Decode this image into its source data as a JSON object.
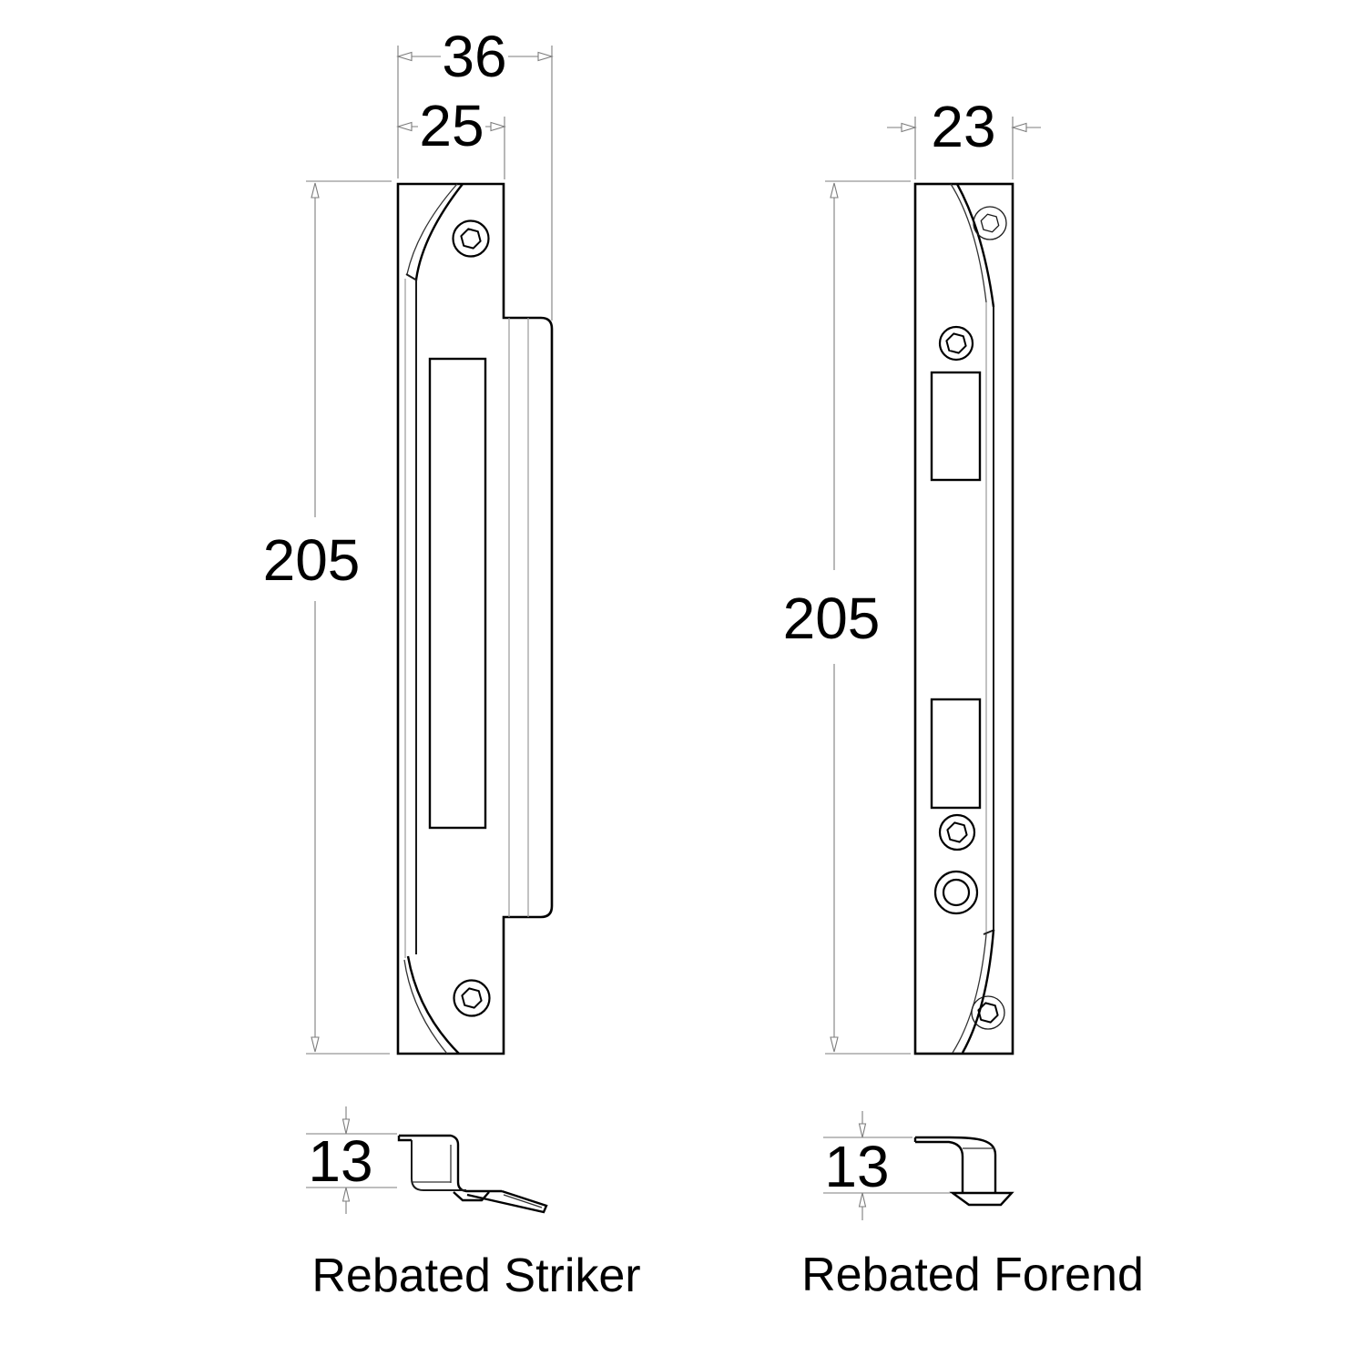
{
  "diagram": {
    "striker": {
      "label": "Rebated Striker",
      "overall_width": "36",
      "face_width": "25",
      "height": "205",
      "rebate_depth": "13"
    },
    "forend": {
      "label": "Rebated Forend",
      "width": "23",
      "height": "205",
      "rebate_depth": "13"
    },
    "colors": {
      "background": "#ffffff",
      "line": "#000000",
      "dimension": "#7d7d7d"
    }
  }
}
